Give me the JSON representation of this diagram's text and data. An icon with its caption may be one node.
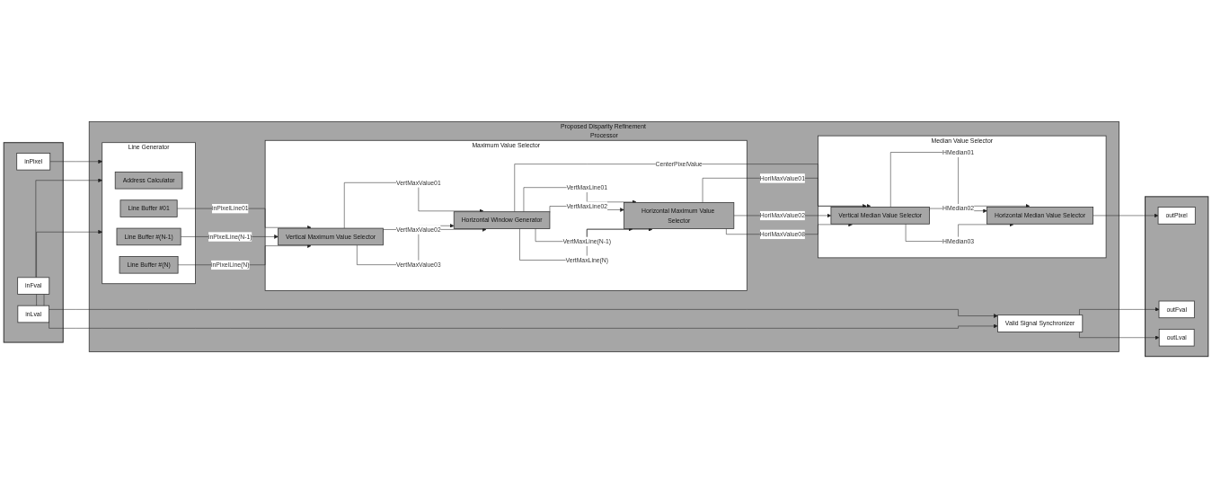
{
  "diagram": {
    "nodes": [
      {
        "text": [],
        "shape": "box"
      },
      {
        "text": [
          "inPixel"
        ],
        "in": 0
      },
      {
        "text": [
          "inFval"
        ],
        "in": 0
      },
      {
        "text": [
          "inLval"
        ],
        "in": 0
      },
      {
        "text": [
          "Proposed Disparity Refinement Processor"
        ]
      },
      {
        "text": [
          "Line Generator"
        ],
        "in": 4
      },
      {
        "text": [
          "Address Calculator"
        ],
        "in": 5
      },
      {
        "text": [
          "Line Buffer #01"
        ],
        "in": 5
      },
      {
        "text": [
          "Line Buffer #(N-1)"
        ],
        "in": 5
      },
      {
        "text": [
          "Line Buffer #(N)"
        ],
        "in": 5
      },
      {
        "text": [
          "Maximum Value Selector"
        ],
        "in": 4
      },
      {
        "text": [
          "Vertical Maximum Value Selector"
        ],
        "in": 10
      },
      {
        "text": [
          "Horizontal Maximum Value Selector"
        ],
        "in": 10
      },
      {
        "text": [
          "Horizontal Window Generator"
        ],
        "in": 10
      },
      {
        "text": [
          "Median Value Selector"
        ],
        "in": 4
      },
      {
        "text": [
          "Vertical Median Value Selector"
        ],
        "in": 14
      },
      {
        "text": [
          "Horizontal Median Value Selector"
        ],
        "in": 14
      },
      {
        "text": [
          "Valid Signal Synchronizer"
        ],
        "in": 4
      },
      {
        "text": [],
        "shape": "box"
      },
      {
        "text": [
          "outPixel"
        ],
        "in": 18
      },
      {
        "text": [
          "outFval"
        ],
        "in": 18
      },
      {
        "text": [
          "outLval"
        ],
        "in": 18
      }
    ],
    "edges": [
      {
        "from": 1,
        "to": 5,
        "arrow": "to"
      },
      {
        "from": 2,
        "to": 5,
        "arrow": "to"
      },
      {
        "from": 3,
        "to": 5,
        "arrow": "to"
      },
      {
        "from": 2,
        "to": 17,
        "arrow": "to"
      },
      {
        "from": 3,
        "to": 17,
        "arrow": "to"
      },
      {
        "from": 7,
        "to": 11,
        "label": "inPixelLine01",
        "arrow": "to"
      },
      {
        "from": 8,
        "to": 11,
        "label": "inPixelLine(N-1)",
        "arrow": "to"
      },
      {
        "from": 9,
        "to": 11,
        "label": "inPixelLine(N)",
        "arrow": "to"
      },
      {
        "from": 11,
        "to": 13,
        "label": "VertMaxValue01",
        "arrow": "to"
      },
      {
        "from": 11,
        "to": 13,
        "label": "VertMaxValue02",
        "arrow": "to"
      },
      {
        "from": 11,
        "to": 13,
        "label": "VertMaxValue03",
        "arrow": "to"
      },
      {
        "from": 13,
        "to": 12,
        "label": "VertMaxLine01",
        "arrow": "to"
      },
      {
        "from": 13,
        "to": 12,
        "label": "VertMaxLine02",
        "arrow": "to"
      },
      {
        "from": 13,
        "to": 12,
        "label": "VertMaxLine(N-1)",
        "arrow": "to"
      },
      {
        "from": 13,
        "to": 12,
        "label": "VertMaxLine(N)",
        "arrow": "to"
      },
      {
        "from": 13,
        "to": 15,
        "label": "CenterPixelValue",
        "arrow": "to"
      },
      {
        "from": 12,
        "to": 15,
        "label": "HoriMaxValue01",
        "arrow": "to"
      },
      {
        "from": 12,
        "to": 15,
        "label": "HoriMaxValue02",
        "arrow": "to"
      },
      {
        "from": 12,
        "to": 15,
        "label": "HoriMaxValue08",
        "arrow": "to"
      },
      {
        "from": 15,
        "to": 16,
        "label": "HMedian01",
        "arrow": "to"
      },
      {
        "from": 15,
        "to": 16,
        "label": "HMedian02",
        "arrow": "to"
      },
      {
        "from": 15,
        "to": 16,
        "label": "HMedian03",
        "arrow": "to"
      },
      {
        "from": 16,
        "to": 19,
        "arrow": "to"
      },
      {
        "from": 17,
        "to": 20,
        "arrow": "to"
      },
      {
        "from": 17,
        "to": 21,
        "arrow": "to"
      }
    ]
  }
}
